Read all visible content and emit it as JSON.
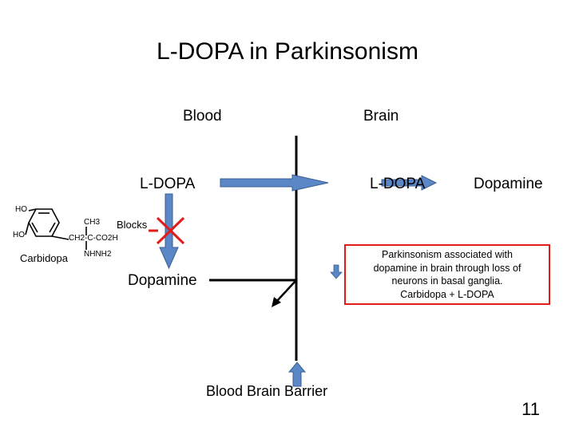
{
  "slide": {
    "title": "L-DOPA in Parkinsonism",
    "page_number": "11"
  },
  "labels": {
    "blood": "Blood",
    "brain": "Brain",
    "ldopa_blood": "L-DOPA",
    "ldopa_brain": "L-DOPA",
    "dopamine_brain": "Dopamine",
    "dopamine_blood": "Dopamine",
    "blocks": "Blocks",
    "carbidopa": "Carbidopa",
    "bbb": "Blood   Brain Barrier"
  },
  "structure": {
    "ho_top": "HO",
    "ho_bottom": "HO",
    "ch3": "CH3",
    "chain": "CH2-C-CO2H",
    "nhnh2": "NHNH2"
  },
  "note": {
    "line1": "Parkinsonism associated with",
    "line2": "dopamine in brain through loss of",
    "line3": "neurons in basal ganglia.",
    "line4": "Carbidopa + L-DOPA"
  },
  "colors": {
    "arrow_fill": "#5b87c6",
    "arrow_stroke": "#3a5f95",
    "block_x": "#e21b1b",
    "note_border": "#e21b1b"
  }
}
